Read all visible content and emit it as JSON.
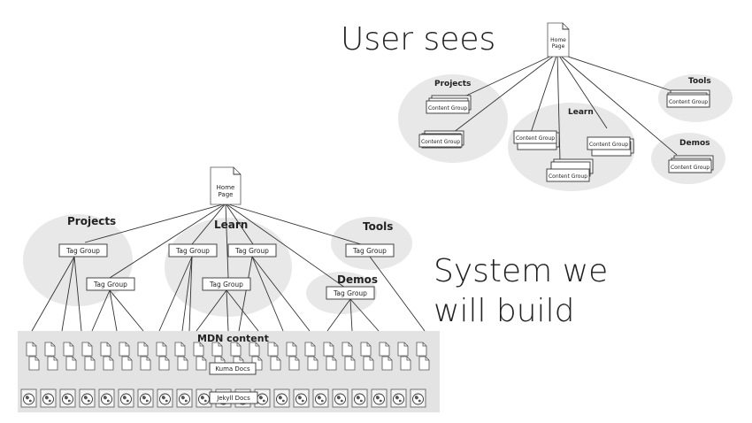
{
  "headline_user": "User sees",
  "headline_system_1": "System we",
  "headline_system_2": "will build",
  "top": {
    "home_1": "Home",
    "home_2": "Page",
    "groups": {
      "projects": "Projects",
      "learn": "Learn",
      "tools": "Tools",
      "demos": "Demos"
    },
    "content_group": "Content Group"
  },
  "bottom": {
    "home_1": "Home",
    "home_2": "Page",
    "groups": {
      "projects": "Projects",
      "learn": "Learn",
      "tools": "Tools",
      "demos": "Demos"
    },
    "tag_group": "Tag Group",
    "mdn_content": "MDN content",
    "kuma_docs": "Kuma Docs",
    "jekyll_docs": "Jekyll Docs"
  }
}
